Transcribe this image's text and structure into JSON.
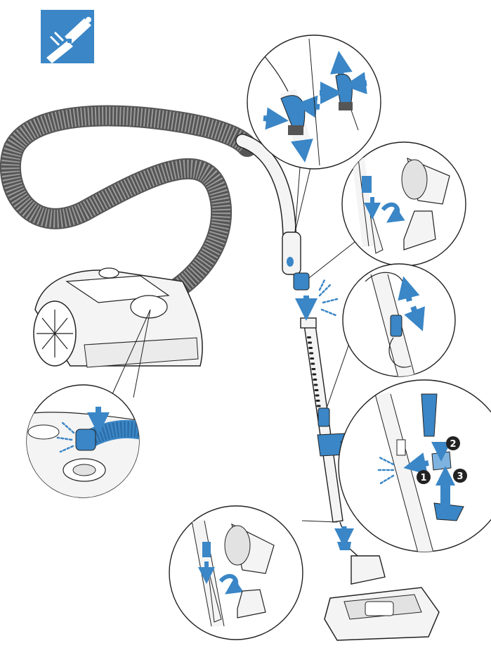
{
  "colors": {
    "accent": "#3a86c6",
    "accent_dark": "#2b6aa3",
    "accent_light": "#7fb3df",
    "line": "#222222",
    "hose": "#555555",
    "hose_light": "#9a9a9a",
    "body_fill": "#f4f4f4",
    "panel_fill": "#ffffff"
  },
  "icons": {
    "header_icon": "hose-connect-icon"
  },
  "steps": {
    "step1": "1",
    "step2": "2",
    "step3": "3"
  }
}
